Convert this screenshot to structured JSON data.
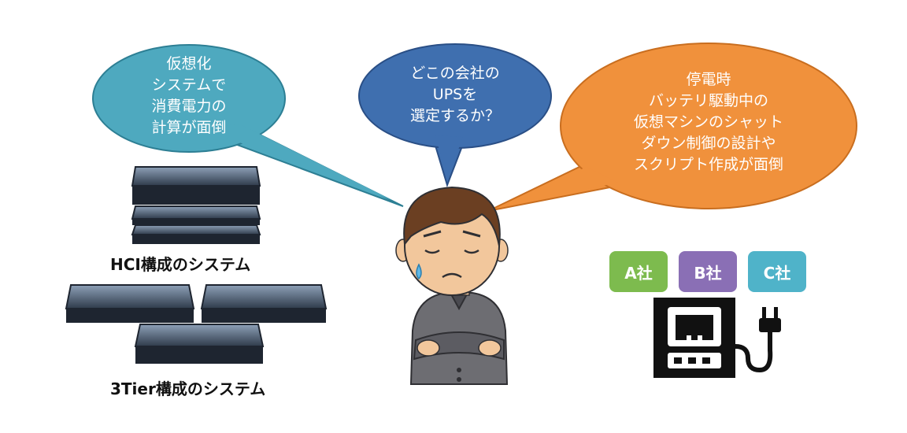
{
  "bubbles": {
    "virtualization": [
      "仮想化",
      "システムで",
      "消費電力の",
      "計算が面倒"
    ],
    "ups": [
      "どこの会社の",
      "UPSを",
      "選定するか？"
    ],
    "shutdown": [
      "停電時",
      "バッテリ駆動中の",
      "仮想マシンのシャット",
      "ダウン制御の設計や",
      "スクリプト作成が面倒"
    ]
  },
  "captions": {
    "hci": "HCI構成のシステム",
    "three_tier": "3Tier構成のシステム"
  },
  "vendors": [
    {
      "label": "A社",
      "color": "#7dbb4e"
    },
    {
      "label": "B社",
      "color": "#8a6fb5"
    },
    {
      "label": "C社",
      "color": "#4fb3c9"
    }
  ],
  "colors": {
    "bubble_teal": "#4ea9bf",
    "bubble_blue": "#3f6faf",
    "bubble_orange": "#f0913c"
  }
}
